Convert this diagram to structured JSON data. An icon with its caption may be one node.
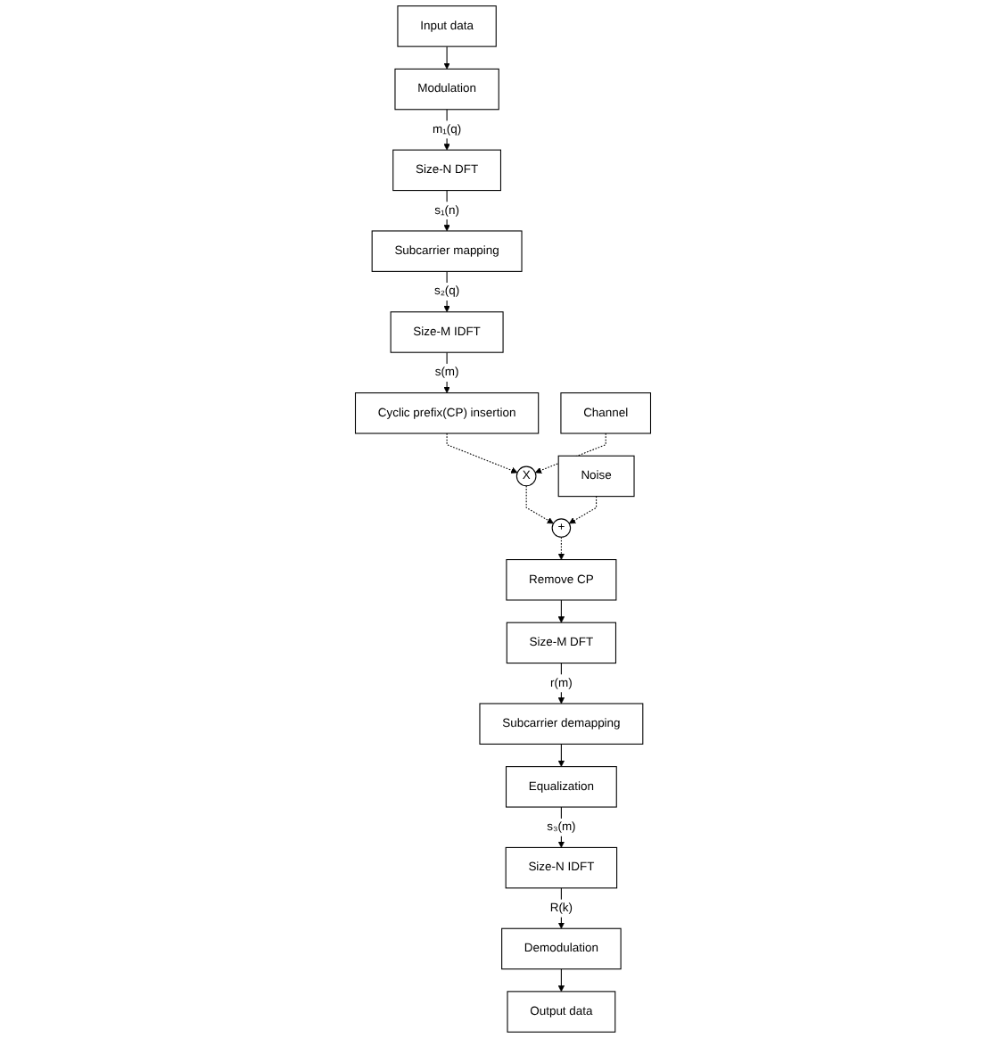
{
  "diagram": {
    "nodes": [
      {
        "text": [
          "Input data"
        ]
      },
      {
        "text": [
          "Modulation"
        ]
      },
      {
        "text": [
          "Size-N DFT"
        ]
      },
      {
        "text": [
          "Subcarrier mapping"
        ]
      },
      {
        "text": [
          "Size-M IDFT"
        ]
      },
      {
        "text": [
          "Cyclic prefix(CP) insertion"
        ]
      },
      {
        "text": [
          "Channel"
        ]
      },
      {
        "text": [
          "Noise"
        ]
      },
      {
        "text": [
          "X"
        ]
      },
      {
        "text": [
          "+"
        ]
      },
      {
        "text": [
          "Remove CP"
        ]
      },
      {
        "text": [
          "Size-M DFT"
        ]
      },
      {
        "text": [
          "Subcarrier demapping"
        ]
      },
      {
        "text": [
          "Equalization"
        ]
      },
      {
        "text": [
          "Size-N IDFT"
        ]
      },
      {
        "text": [
          "Demodulation"
        ]
      },
      {
        "text": [
          "Output data"
        ]
      }
    ],
    "edges": [
      {
        "from": 0,
        "to": 1,
        "arrow": "to"
      },
      {
        "from": 1,
        "to": 2,
        "arrow": "to",
        "label": "m₁(q)"
      },
      {
        "from": 2,
        "to": 3,
        "arrow": "to",
        "label": "s₁(n)"
      },
      {
        "from": 3,
        "to": 4,
        "arrow": "to",
        "label": "s₂(q)"
      },
      {
        "from": 4,
        "to": 5,
        "arrow": "to",
        "label": "s(m)"
      },
      {
        "from": 5,
        "to": 8,
        "arrow": "to",
        "style": "dashed"
      },
      {
        "from": 6,
        "to": 8,
        "arrow": "to",
        "style": "dashed"
      },
      {
        "from": 8,
        "to": 9,
        "arrow": "to",
        "style": "dashed"
      },
      {
        "from": 7,
        "to": 9,
        "arrow": "to",
        "style": "dashed"
      },
      {
        "from": 9,
        "to": 10,
        "arrow": "to",
        "style": "dashed"
      },
      {
        "from": 10,
        "to": 11,
        "arrow": "to"
      },
      {
        "from": 11,
        "to": 12,
        "arrow": "to",
        "label": "r(m)"
      },
      {
        "from": 12,
        "to": 13,
        "arrow": "to"
      },
      {
        "from": 13,
        "to": 14,
        "arrow": "to",
        "label": "s₃(m)"
      },
      {
        "from": 14,
        "to": 15,
        "arrow": "to",
        "label": "R(k)"
      },
      {
        "from": 15,
        "to": 16,
        "arrow": "to"
      }
    ]
  }
}
